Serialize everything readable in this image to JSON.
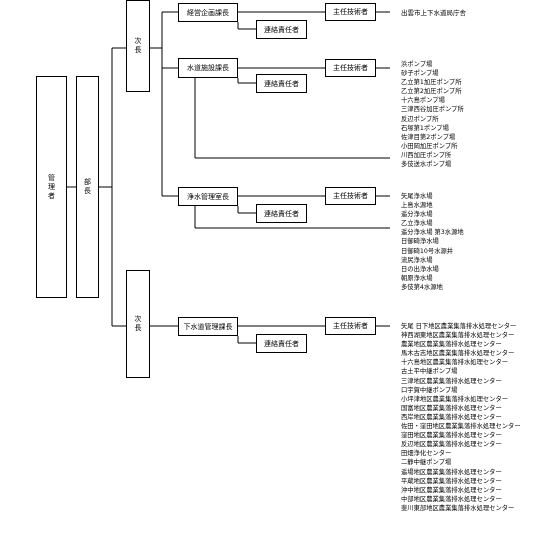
{
  "chart": {
    "manager": "管理者",
    "deputy": "部長",
    "section_chief_1": "次長",
    "section_chief_2": "次長",
    "units": [
      {
        "division": "経営企画課長",
        "engineer": "主任技術者",
        "liaison": "連絡責任者",
        "facilities": [
          "出雲市上下水道局庁舎"
        ]
      },
      {
        "division": "水道施設課長",
        "engineer": "主任技術者",
        "liaison": "連絡責任者",
        "facilities": [
          "浜ポンプ場",
          "砂子ポンプ場",
          "乙立第1加圧ポンプ所",
          "乙立第2加圧ポンプ所",
          "十六島ポンプ場",
          "三津西谷加圧ポンプ所",
          "反辺ポンプ所",
          "石塚第1ポンプ場",
          "佐津目第2ポンプ場",
          "小田岡加圧ポンプ所",
          "川西加圧ポンプ所",
          "多伎送水ポンプ場"
        ]
      },
      {
        "division": "浄水管理室長",
        "engineer": "主任技術者",
        "liaison": "連絡責任者",
        "facilities": [
          "矢尾浄水場",
          "上島水源地",
          "遥分浄水場",
          "乙立浄水場",
          "遥分浄水場 第3水源地",
          "日御碕浄水場",
          "日御碕10号水源井",
          "流尻浄水場",
          "日の出浄水場",
          "朝原浄水場",
          "多伎第4水源地"
        ]
      },
      {
        "division": "下水道管理課長",
        "engineer": "主任技術者",
        "liaison": "連絡責任者",
        "facilities": [
          "矢尾 日下地区農業集落排水処理センター",
          "神西湖東地区農業集落排水処理センター",
          "農業地区農業集落排水処理センター",
          "馬木古志地区農業集落排水処理センター",
          "十六島地区農業集落排水処理センター",
          "古土平中継ポンプ場",
          "三津地区農業集落排水処理センター",
          "口宇賀中継ポンプ場",
          "小坪津地区農業集落排水処理センター",
          "国富地区農業集落排水処理センター",
          "西岸地区農業集落排水処理センター",
          "佐田・窪田地区農業集落排水処理センター",
          "窪田地区農業集落排水処理センター",
          "反辺地区農業集落排水処理センター",
          "田畑浄化センター",
          "二静中継ポンプ場",
          "遥場地区農業集落排水処理センター",
          "平蔵地区農業集落排水処理センター",
          "沖中地区農業集落排水処理センター",
          "中部地区農業集落排水処理センター",
          "斐川東部地区農業集落排水処理センター"
        ]
      }
    ]
  }
}
